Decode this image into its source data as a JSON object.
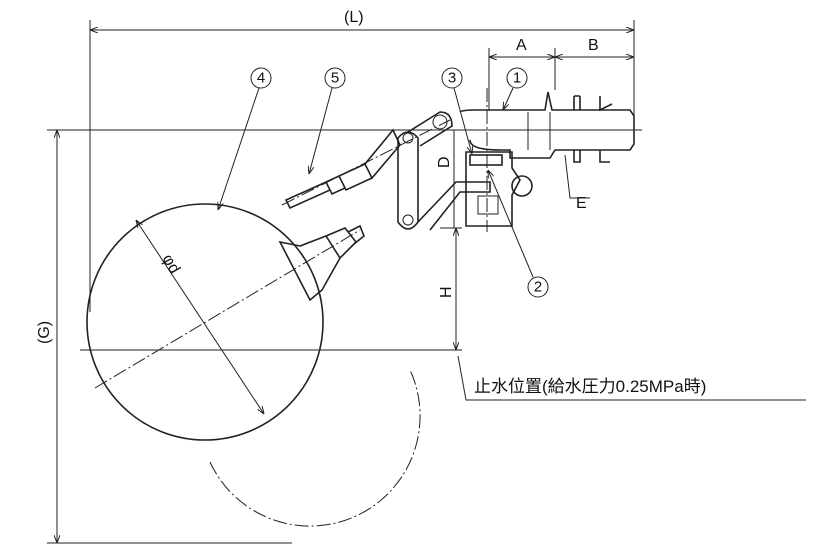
{
  "dimensions": {
    "L": "(L)",
    "A": "A",
    "B": "B",
    "G": "(G)",
    "H": "H",
    "D": "D",
    "E": "E",
    "d": "φd"
  },
  "callouts": [
    "1",
    "2",
    "3",
    "4",
    "5"
  ],
  "note": "止水位置(給水圧力0.25MPa時)"
}
